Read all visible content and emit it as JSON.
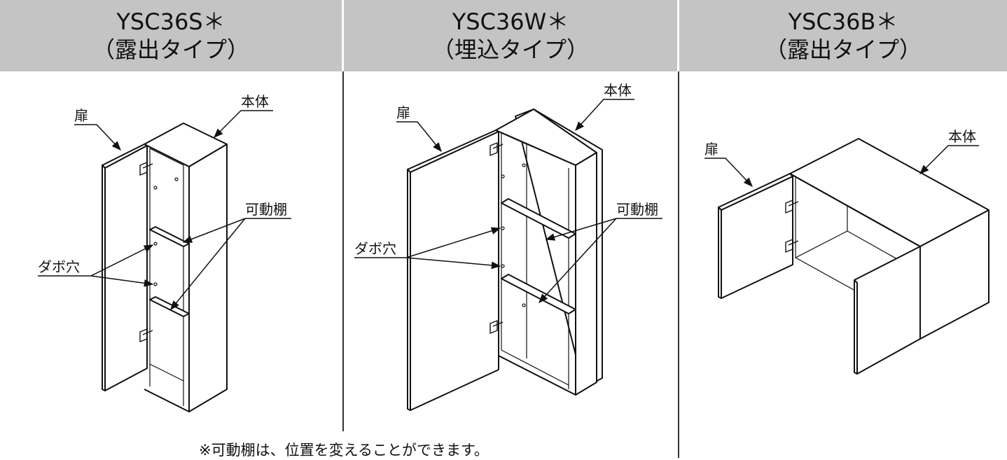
{
  "columns": [
    {
      "model": "YSC36S＊",
      "type": "（露出タイプ）",
      "labels": {
        "door": "扉",
        "body": "本体",
        "shelf": "可動棚",
        "dowel": "ダボ穴"
      }
    },
    {
      "model": "YSC36W＊",
      "type": "（埋込タイプ）",
      "labels": {
        "door": "扉",
        "body": "本体",
        "shelf": "可動棚",
        "dowel": "ダボ穴"
      }
    },
    {
      "model": "YSC36B＊",
      "type": "（露出タイプ）",
      "labels": {
        "door": "扉",
        "body": "本体"
      }
    }
  ],
  "footnote": "※可動棚は、位置を変えることができます。",
  "colors": {
    "header_bg": "#c4c4c4",
    "line": "#111111"
  }
}
